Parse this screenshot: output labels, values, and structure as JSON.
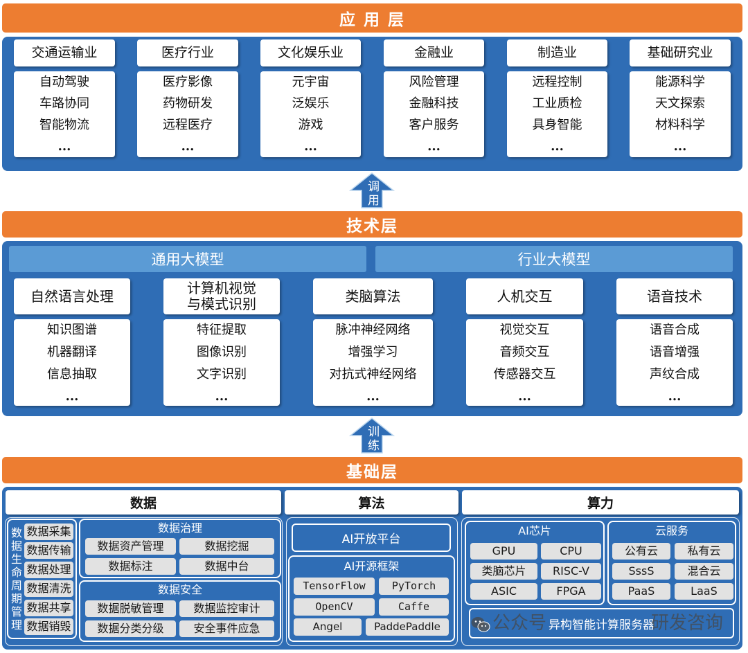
{
  "colors": {
    "layer_bar": "#ED7D31",
    "panel": "#2F6DB5",
    "model_bar": "#5B9BD5",
    "item_box": "#E2E2E2",
    "card": "#FFFFFF",
    "arrow_stroke": "#BDD7EE"
  },
  "application_layer": {
    "title": "应 用 层",
    "columns": [
      {
        "header": "交通运输业",
        "items": [
          "自动驾驶",
          "车路协同",
          "智能物流",
          "..."
        ]
      },
      {
        "header": "医疗行业",
        "items": [
          "医疗影像",
          "药物研发",
          "远程医疗",
          "..."
        ]
      },
      {
        "header": "文化娱乐业",
        "items": [
          "元宇宙",
          "泛娱乐",
          "游戏",
          "..."
        ]
      },
      {
        "header": "金融业",
        "items": [
          "风险管理",
          "金融科技",
          "客户服务",
          "..."
        ]
      },
      {
        "header": "制造业",
        "items": [
          "远程控制",
          "工业质检",
          "具身智能",
          "..."
        ]
      },
      {
        "header": "基础研究业",
        "items": [
          "能源科学",
          "天文探索",
          "材料科学",
          "..."
        ]
      }
    ]
  },
  "call_arrow": {
    "label": "调用",
    "icon": "arrow-up-icon"
  },
  "technology_layer": {
    "title": "技术层",
    "model_bars": [
      "通用大模型",
      "行业大模型"
    ],
    "columns": [
      {
        "header_lines": [
          "自然语言处理"
        ],
        "items": [
          "知识图谱",
          "机器翻译",
          "信息抽取",
          "..."
        ]
      },
      {
        "header_lines": [
          "计算机视觉",
          "与模式识别"
        ],
        "items": [
          "特征提取",
          "图像识别",
          "文字识别",
          "..."
        ]
      },
      {
        "header_lines": [
          "类脑算法"
        ],
        "items": [
          "脉冲神经网络",
          "增强学习",
          "对抗式神经网络",
          "..."
        ]
      },
      {
        "header_lines": [
          "人机交互"
        ],
        "items": [
          "视觉交互",
          "音频交互",
          "传感器交互",
          "..."
        ]
      },
      {
        "header_lines": [
          "语音技术"
        ],
        "items": [
          "语音合成",
          "语音增强",
          "声纹合成",
          "..."
        ]
      }
    ]
  },
  "train_arrow": {
    "label": "训练",
    "icon": "arrow-up-icon"
  },
  "foundation_layer": {
    "title": "基础层",
    "data": {
      "header": "数据",
      "lifecycle": {
        "label": "数据生命周期管理",
        "items": [
          "数据采集",
          "数据传输",
          "数据处理",
          "数据清洗",
          "数据共享",
          "数据销毁"
        ]
      },
      "governance": {
        "title": "数据治理",
        "items": [
          "数据资产管理",
          "数据挖掘",
          "数据标注",
          "数据中台"
        ]
      },
      "security": {
        "title": "数据安全",
        "items": [
          "数据脱敏管理",
          "数据监控审计",
          "数据分类分级",
          "安全事件应急"
        ]
      }
    },
    "algorithm": {
      "header": "算法",
      "platform": "AI开放平台",
      "frameworks": {
        "title": "AI开源框架",
        "items": [
          "TensorFlow",
          "PyTorch",
          "OpenCV",
          "Caffe",
          "Angel",
          "PaddePaddle"
        ]
      }
    },
    "compute": {
      "header": "算力",
      "chips": {
        "title": "AI芯片",
        "items": [
          "GPU",
          "CPU",
          "类脑芯片",
          "RISC-V",
          "ASIC",
          "FPGA"
        ]
      },
      "cloud": {
        "title": "云服务",
        "items": [
          "公有云",
          "私有云",
          "SssS",
          "混合云",
          "PaaS",
          "LaaS"
        ]
      },
      "server": "异构智能计算服务器"
    }
  },
  "watermark": {
    "icon": "wechat-icon",
    "prefix": "公众号",
    "suffix": "研发咨询"
  }
}
